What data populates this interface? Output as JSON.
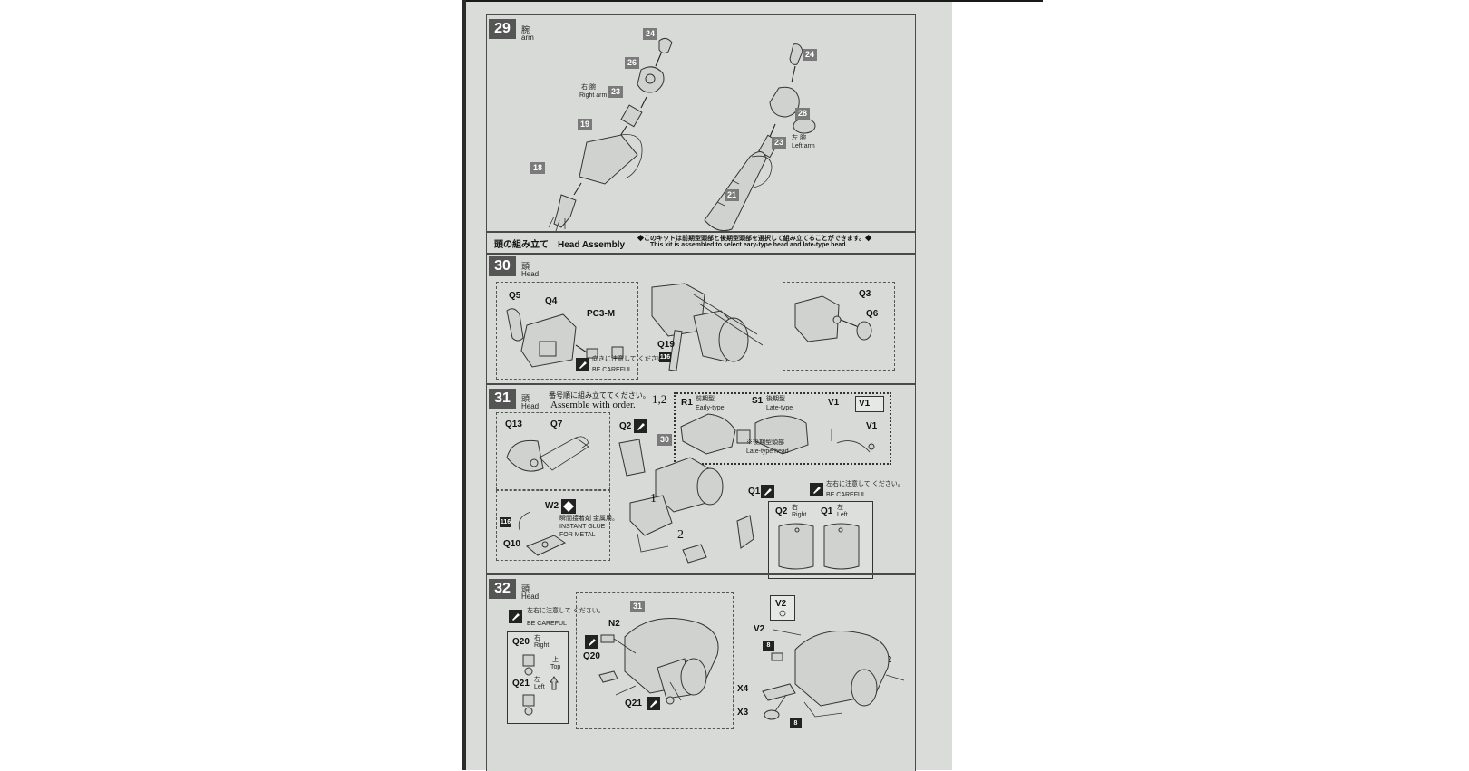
{
  "step29": {
    "num": "29",
    "ja": "腕",
    "en": "arm",
    "right_arm_ja": "右 腕",
    "right_arm_en": "Right arm",
    "left_arm_ja": "左 腕",
    "left_arm_en": "Left arm",
    "parts": [
      "24",
      "26",
      "23",
      "19",
      "18",
      "24",
      "28",
      "23",
      "21"
    ]
  },
  "head_assembly": {
    "title": "頭の組み立て　Head Assembly",
    "note_ja": "◆このキットは前期型頭部と後期型頭部を選択して組み立てることができます。◆",
    "note_en": "This kit is assembled to select eary-type head and late-type head."
  },
  "step30": {
    "num": "30",
    "ja": "頭",
    "en": "Head",
    "labels": [
      "Q5",
      "Q4",
      "PC3-M",
      "Q19",
      "Q3",
      "Q6"
    ],
    "paint": "116",
    "careful_ja": "向きに注意して ください。",
    "careful_en": "BE CAREFUL"
  },
  "step31": {
    "num": "31",
    "ja": "頭",
    "en": "Head",
    "order_ja": "番号順に組み立ててください。",
    "order_en": "Assemble with order.",
    "order_nums": "1,2",
    "labels": [
      "Q13",
      "Q7",
      "Q2",
      "W2",
      "Q10",
      "Q1"
    ],
    "paint": "116",
    "glue_ja": "瞬間接着剤 金属用。",
    "glue_en1": "INSTANT GLUE",
    "glue_en2": "FOR METAL",
    "early": {
      "part": "R1",
      "ja": "前期型",
      "en": "Early-type"
    },
    "late": {
      "part": "S1",
      "ja": "後期型",
      "en": "Late-type"
    },
    "late_note_ja": "※後期型頭部",
    "late_note_en": "Late-type head",
    "v_labels": [
      "V1",
      "V1",
      "V1"
    ],
    "ref_step": "30",
    "careful_ja": "左右に注意して ください。",
    "careful_en": "BE CAREFUL",
    "q2_ja": "右",
    "q2_en": "Right",
    "q1_ja": "左",
    "q1_en": "Left",
    "q2_label": "Q2",
    "q1_label": "Q1",
    "seq": [
      "1",
      "2"
    ]
  },
  "step32": {
    "num": "32",
    "ja": "頭",
    "en": "Head",
    "careful_ja": "左右に注意して ください。",
    "careful_en": "BE CAREFUL",
    "q20": "Q20",
    "q20_ja": "右",
    "q20_en": "Right",
    "q21": "Q21",
    "q21_ja": "左",
    "q21_en": "Left",
    "top_ja": "上",
    "top_en": "Top",
    "labels": [
      "N2",
      "Q20",
      "Q21",
      "N2",
      "V2",
      "V2",
      "V2",
      "X4",
      "X3"
    ],
    "ref_step": "31",
    "paint": [
      "8",
      "8"
    ]
  }
}
